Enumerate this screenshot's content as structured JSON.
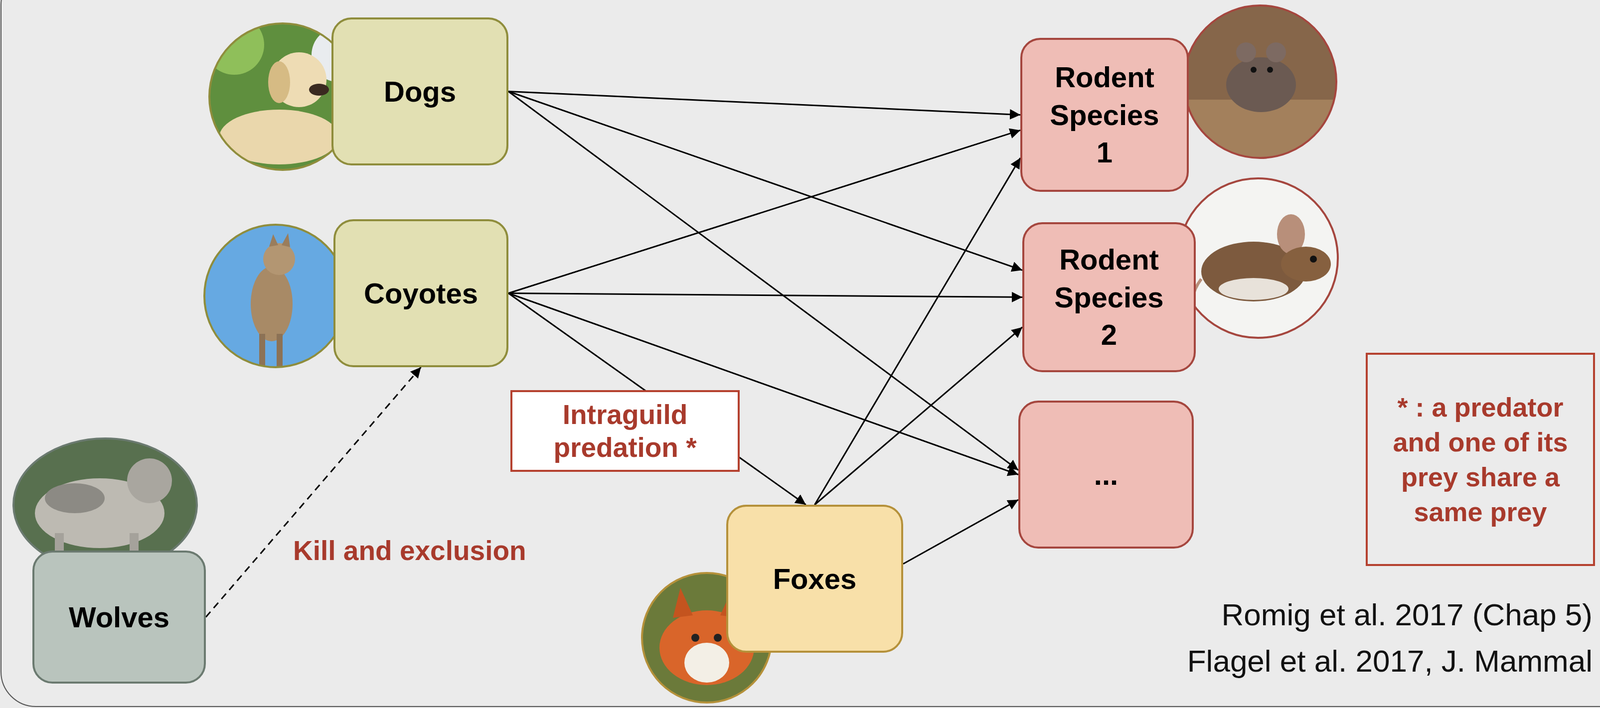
{
  "diagram": {
    "nodes": [
      {
        "text": [
          "Dogs"
        ]
      },
      {
        "text": [
          "Coyotes"
        ]
      },
      {
        "text": [
          "Wolves"
        ]
      },
      {
        "text": [
          "Foxes"
        ]
      },
      {
        "text": [
          "Rodent Species 1"
        ]
      },
      {
        "text": [
          "Rodent Species 2"
        ]
      },
      {
        "text": [
          "..."
        ]
      },
      {
        "text": [
          "* : a predator and one of its prey share a same prey"
        ]
      }
    ],
    "edges": [
      {
        "from": 0,
        "to": 4,
        "arrow": "to"
      },
      {
        "from": 0,
        "to": 5,
        "arrow": "to"
      },
      {
        "from": 0,
        "to": 6,
        "arrow": "to"
      },
      {
        "from": 1,
        "to": 4,
        "arrow": "to"
      },
      {
        "from": 1,
        "to": 5,
        "arrow": "to"
      },
      {
        "from": 1,
        "to": 6,
        "arrow": "to"
      },
      {
        "from": 1,
        "to": 3,
        "label": "Intraguild predation *",
        "arrow": "to"
      },
      {
        "from": 3,
        "to": 4,
        "arrow": "to"
      },
      {
        "from": 3,
        "to": 5,
        "arrow": "to"
      },
      {
        "from": 3,
        "to": 6,
        "arrow": "to"
      },
      {
        "from": 2,
        "to": 1,
        "label": "Kill and exclusion",
        "arrow": "to"
      }
    ],
    "labels": [
      "Romig et al. 2017 (Chap 5)",
      "Flagel et al. 2017, J. Mammal"
    ]
  }
}
